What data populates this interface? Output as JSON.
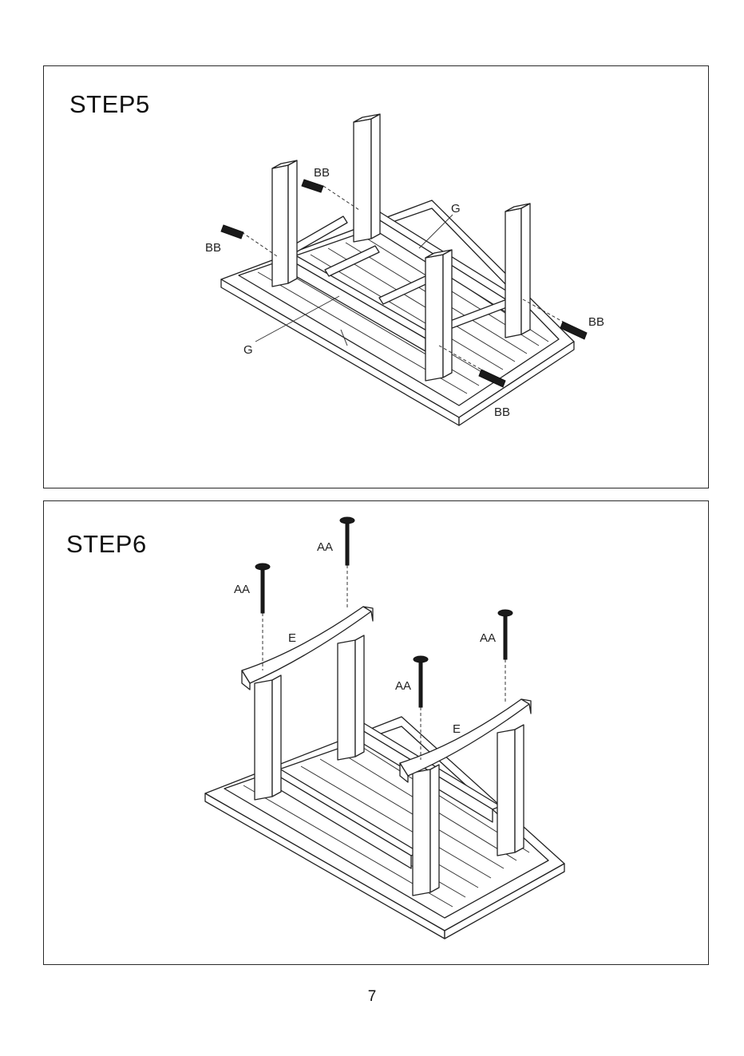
{
  "steps": [
    {
      "title": "STEP5",
      "labels": [
        "BB",
        "BB",
        "G",
        "G",
        "BB",
        "BB"
      ]
    },
    {
      "title": "STEP6",
      "labels": [
        "AA",
        "AA",
        "E",
        "AA",
        "AA",
        "E"
      ]
    }
  ],
  "page_number": "7"
}
